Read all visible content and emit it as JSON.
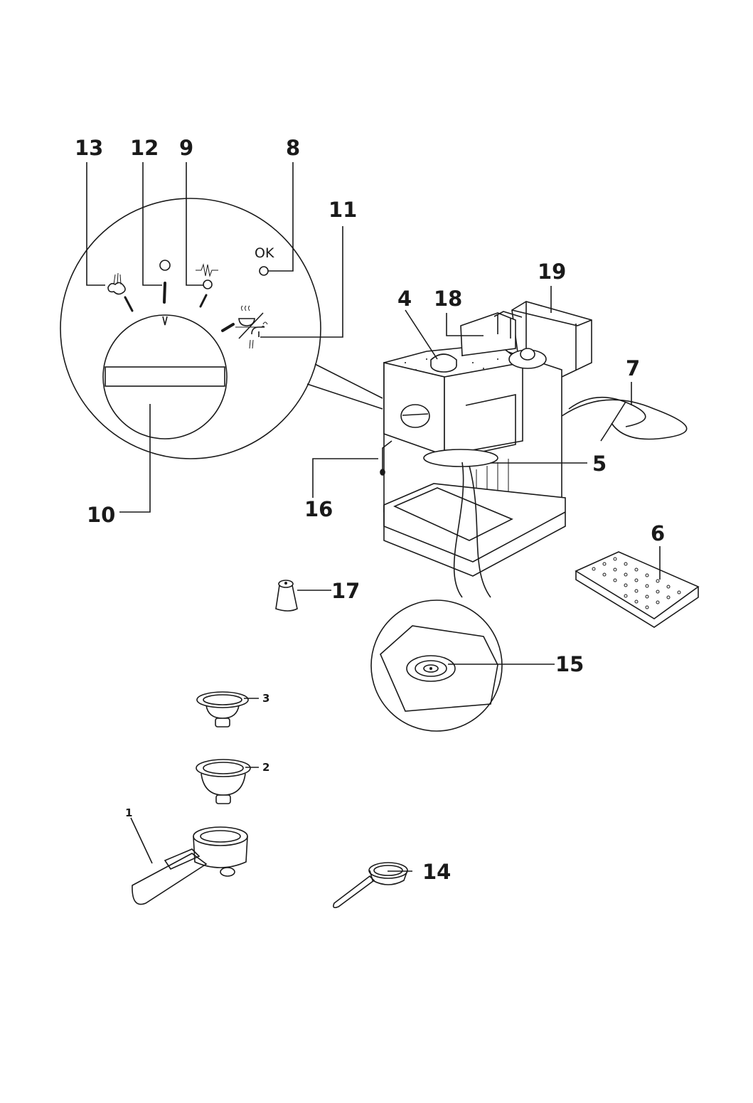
{
  "labels": {
    "n1": "1",
    "n2": "2",
    "n3": "3",
    "n4": "4",
    "n5": "5",
    "n6": "6",
    "n7": "7",
    "n8": "8",
    "n9": "9",
    "n10": "10",
    "n11": "11",
    "n12": "12",
    "n13": "13",
    "n14": "14",
    "n15": "15",
    "n16": "16",
    "n17": "17",
    "n18": "18",
    "n19": "19"
  },
  "control_panel": {
    "ok_label": "OK"
  },
  "icons": [
    "steam-icon",
    "off-icon",
    "heating-icon",
    "ok-light-icon",
    "coffee-hot-water-icon",
    "knob-pointer-icon"
  ]
}
